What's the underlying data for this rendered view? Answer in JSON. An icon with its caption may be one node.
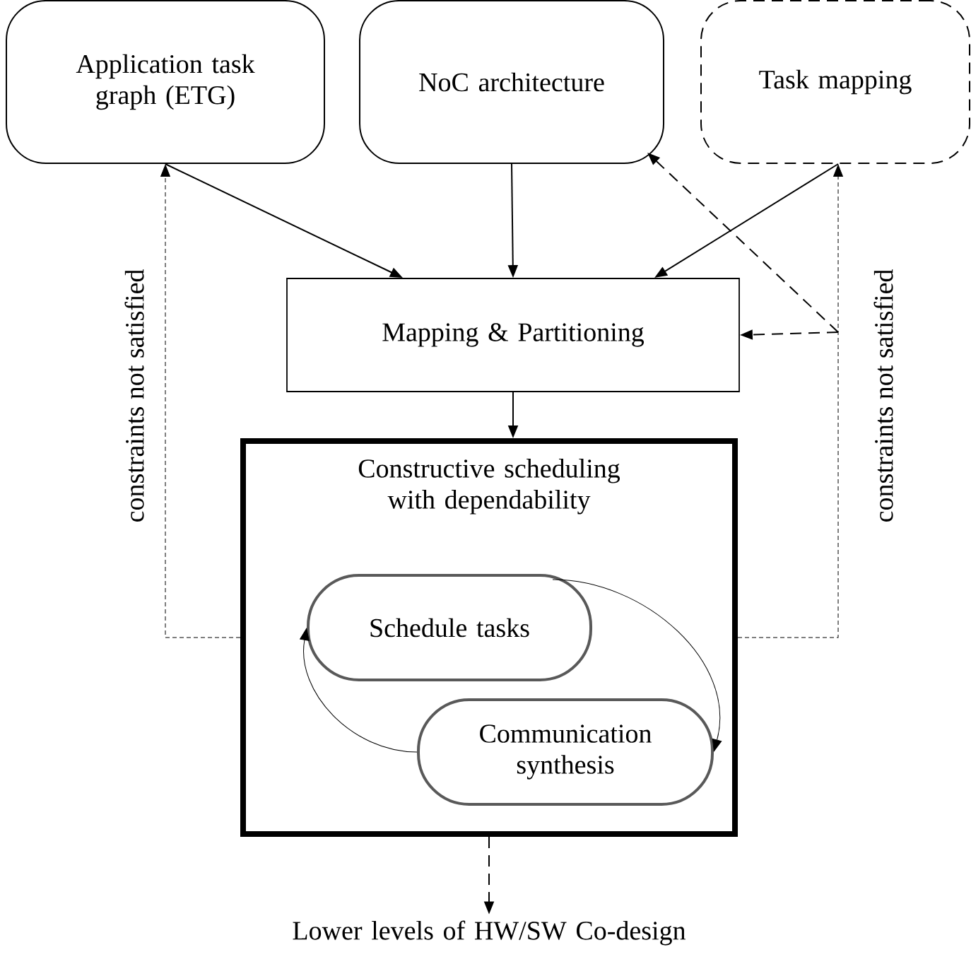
{
  "diagram": {
    "nodes": [
      {
        "text": [
          "Application task graph (ETG)"
        ]
      },
      {
        "text": [
          "NoC architecture"
        ]
      },
      {
        "text": [
          "Task mapping"
        ]
      },
      {
        "text": [
          "Mapping & Partitioning"
        ]
      },
      {
        "text": [
          "Constructive scheduling with dependability"
        ]
      },
      {
        "text": [
          "Schedule tasks"
        ],
        "in": 4
      },
      {
        "text": [
          "Communication synthesis"
        ],
        "in": 4
      },
      {
        "text": [
          "Lower levels of HW/SW Co-design"
        ]
      }
    ],
    "edges": [
      {
        "from": 0,
        "to": 3,
        "arrow": "to"
      },
      {
        "from": 1,
        "to": 3,
        "arrow": "to"
      },
      {
        "from": 2,
        "to": 3,
        "arrow": "to"
      },
      {
        "from": 3,
        "to": 4,
        "arrow": "to"
      },
      {
        "from": 4,
        "to": 0,
        "arrow": "to",
        "style": "dashed",
        "label": "constraints not satisfied"
      },
      {
        "from": 4,
        "to": 2,
        "arrow": "to",
        "style": "dashed",
        "label": "constraints not satisfied"
      },
      {
        "from": null,
        "to": 1,
        "arrow": "to",
        "style": "dashed"
      },
      {
        "from": null,
        "to": 3,
        "arrow": "to",
        "style": "dashed"
      },
      {
        "from": 5,
        "to": 6,
        "arrow": "to"
      },
      {
        "from": 6,
        "to": 5,
        "arrow": "to"
      },
      {
        "from": 4,
        "to": 7,
        "arrow": "to",
        "style": "dashed"
      }
    ]
  }
}
